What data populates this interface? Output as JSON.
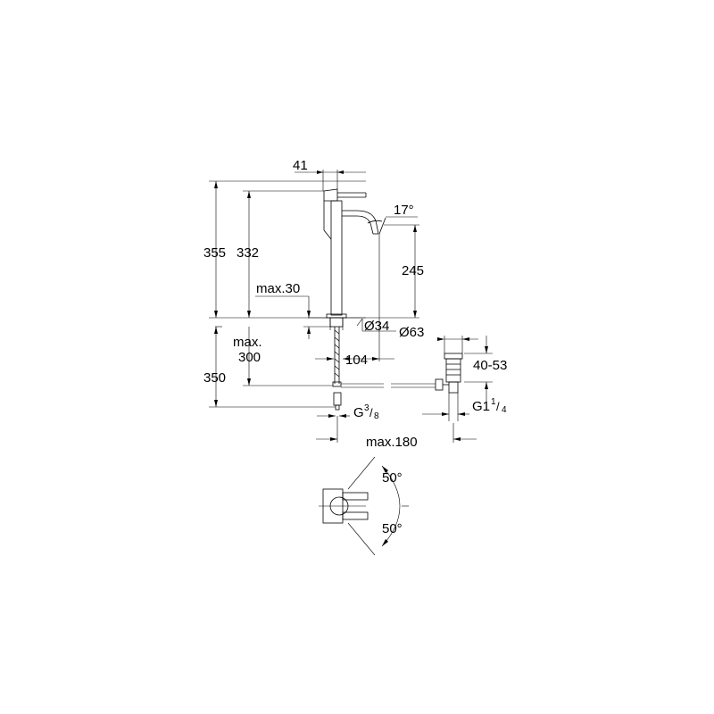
{
  "dimensions": {
    "d41": "41",
    "d355": "355",
    "d332": "332",
    "d17deg": "17°",
    "d245": "245",
    "max30": "max.30",
    "d34": "Ø34",
    "d63": "Ø63",
    "max300_a": "max.",
    "max300_b": "300",
    "d104": "104",
    "d40_53": "40-53",
    "d350": "350",
    "g38_main": "G",
    "g38_num": "3",
    "g38_den": "8",
    "g114_main": "G1",
    "g114_num": "1",
    "g114_den": "4",
    "max180": "max.180",
    "angle_top": "50°",
    "angle_bottom": "50°"
  }
}
